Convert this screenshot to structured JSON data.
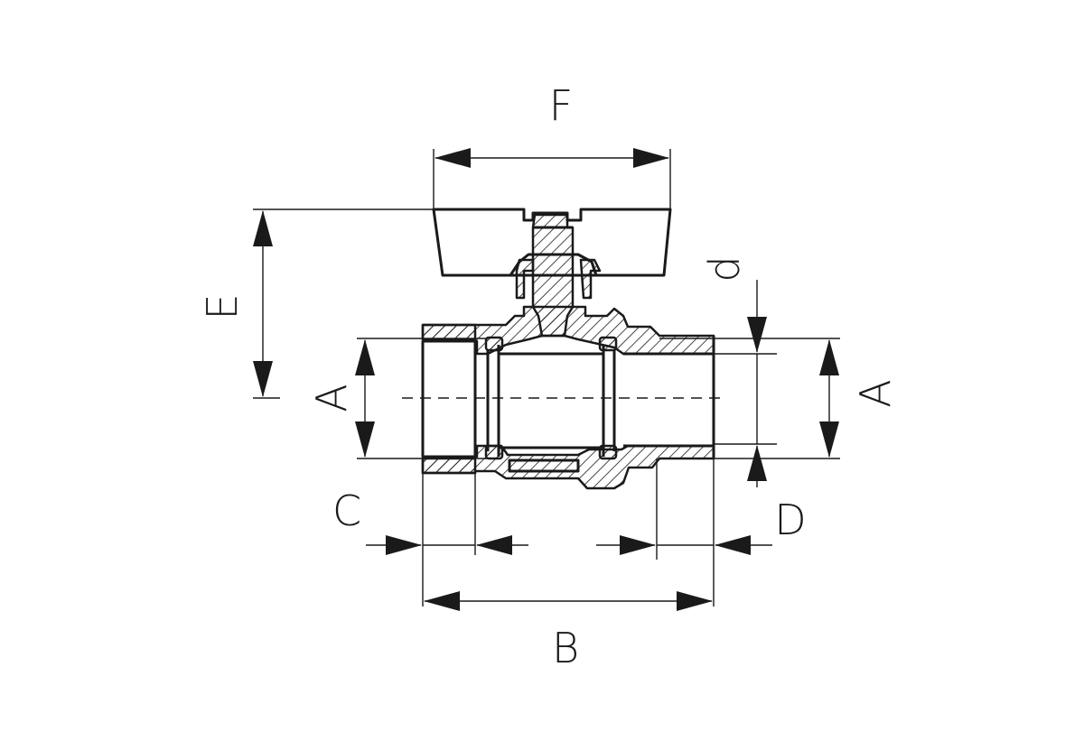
{
  "diagram": {
    "labels": {
      "F": "F",
      "E": "E",
      "d": "d",
      "A_left": "A",
      "A_right": "A",
      "C": "C",
      "D": "D",
      "B": "B"
    },
    "colors": {
      "line": "#1a1a1a",
      "background": "#ffffff"
    }
  }
}
